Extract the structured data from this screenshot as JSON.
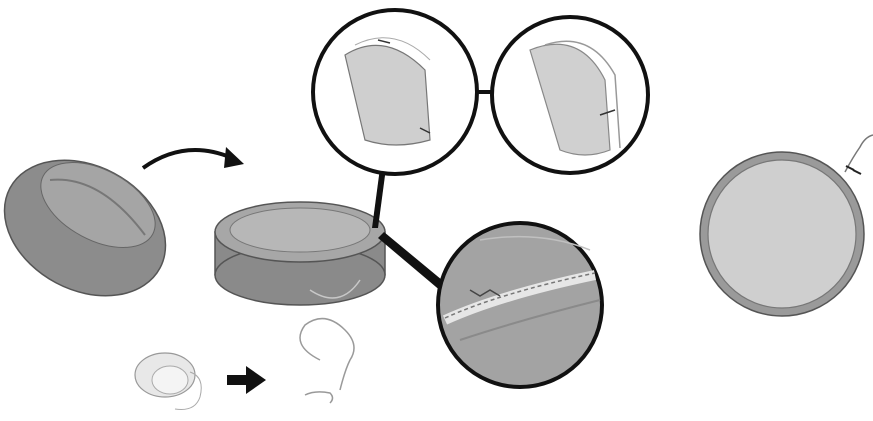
{
  "diagram": {
    "panels": [
      {
        "id": "left",
        "elements": [
          "tilted-cushion",
          "curved-arrow",
          "small-ear-pad-detail",
          "black-arrow",
          "cord-loop-detail"
        ]
      },
      {
        "id": "center",
        "elements": [
          "cushion-on-surface",
          "zoom-circle-edge-before",
          "zoom-circle-edge-after",
          "zoom-circle-stitching"
        ]
      },
      {
        "id": "right",
        "elements": [
          "round-disc-top-view",
          "cord-attached"
        ]
      }
    ],
    "colors": {
      "fill_dark": "#8f8f8f",
      "fill_mid": "#a9a9a9",
      "fill_light": "#cfcfcf",
      "stroke": "#1a1a1a",
      "background": "#ffffff"
    }
  }
}
